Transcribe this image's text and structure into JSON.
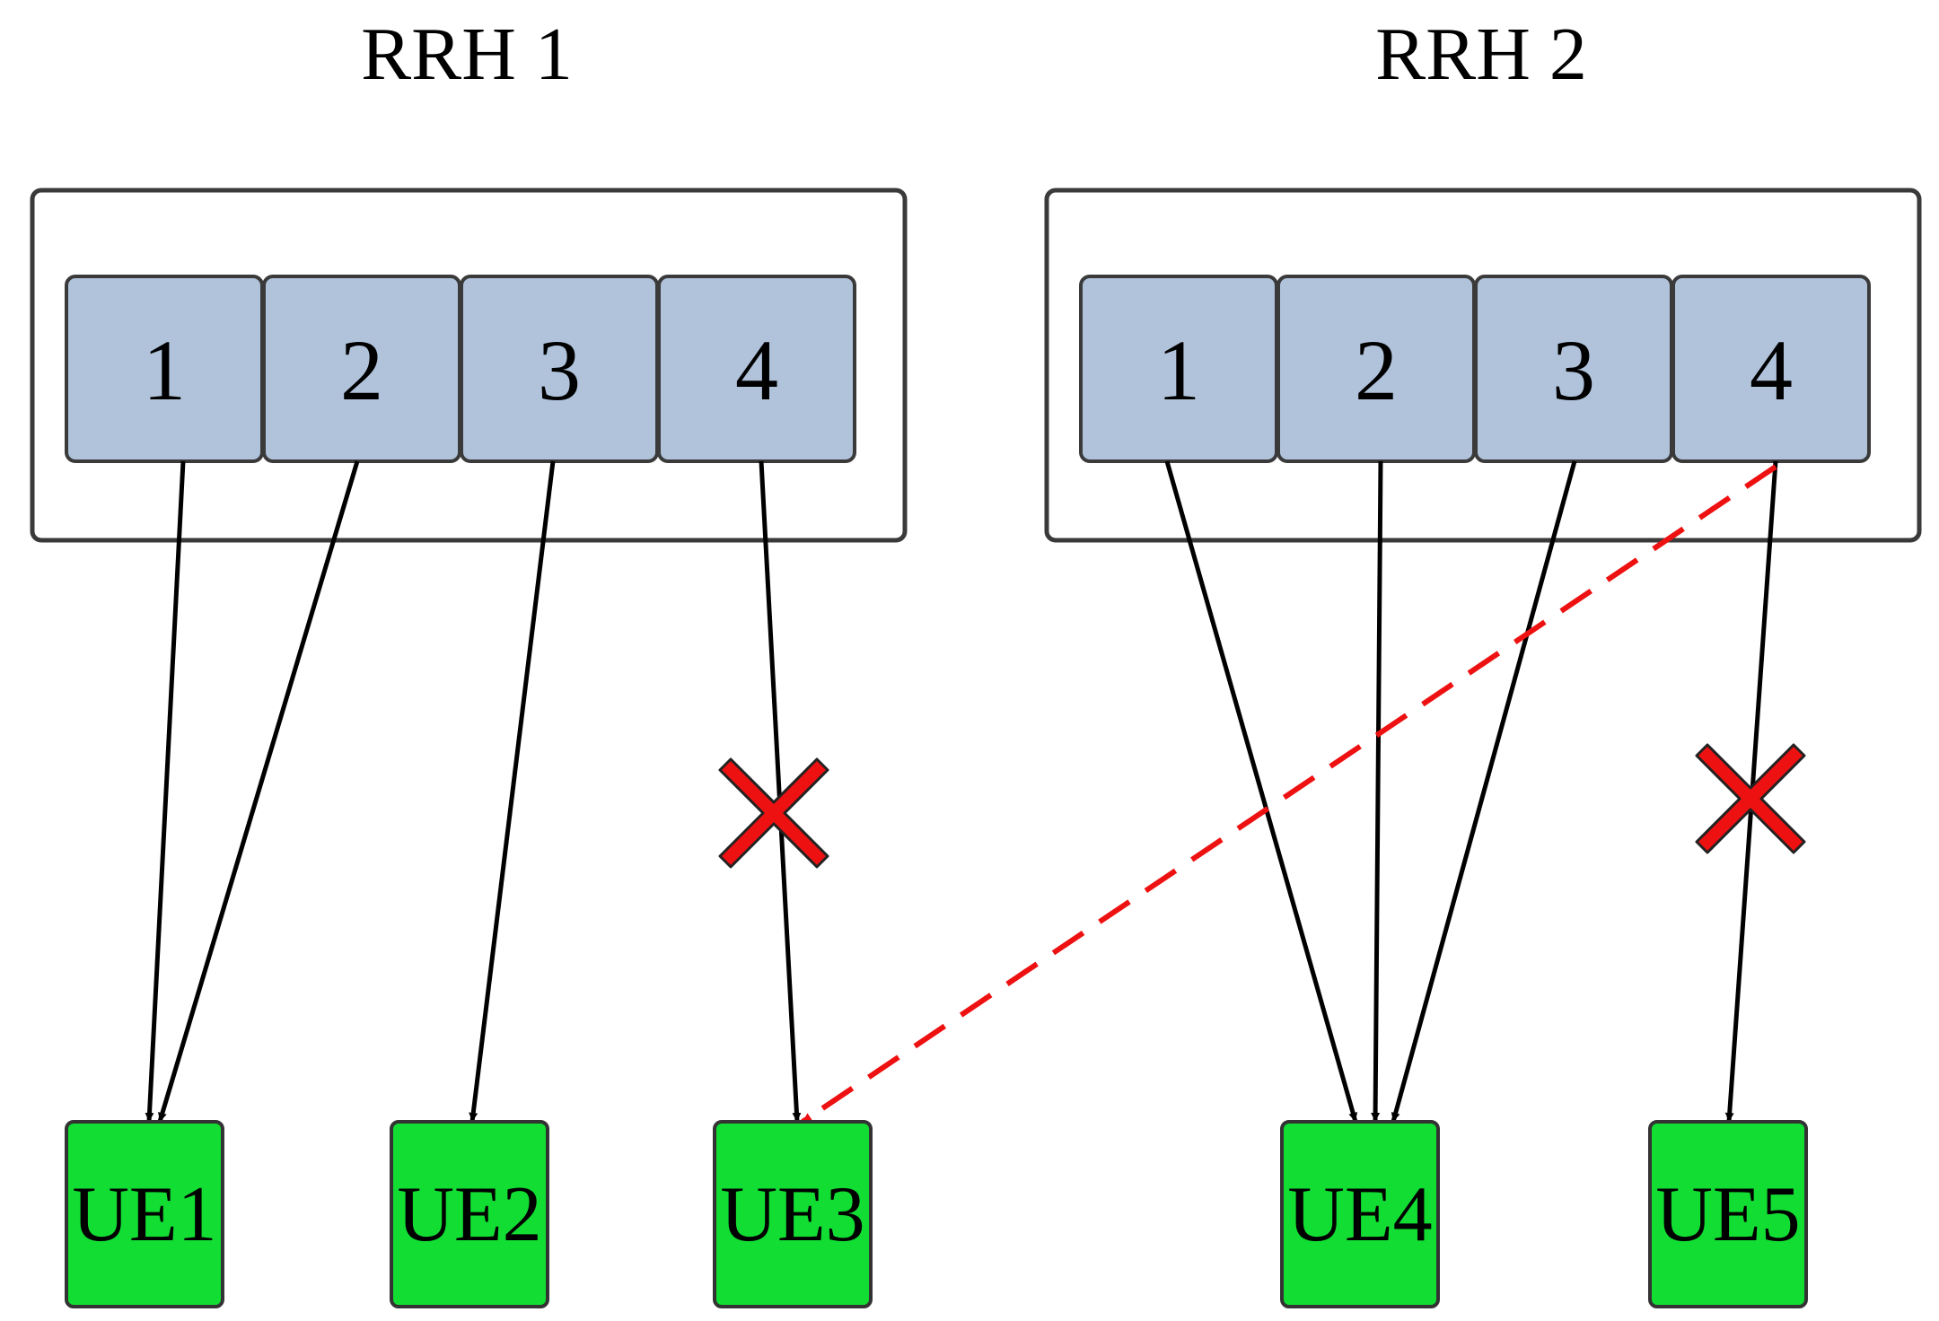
{
  "colors": {
    "antenna_fill": "#b0c3db",
    "ue_fill": "#11dd33",
    "link": "#000000",
    "interference": "#ee1111",
    "blocked": "#ee1111"
  },
  "rrh": [
    {
      "title": "RRH 1",
      "antennas": [
        "1",
        "2",
        "3",
        "4"
      ]
    },
    {
      "title": "RRH 2",
      "antennas": [
        "1",
        "2",
        "3",
        "4"
      ]
    }
  ],
  "ues": [
    "UE1",
    "UE2",
    "UE3",
    "UE4",
    "UE5"
  ],
  "links": [
    {
      "from": "RRH 1 / 1",
      "to": "UE1",
      "style": "solid"
    },
    {
      "from": "RRH 1 / 2",
      "to": "UE1",
      "style": "solid"
    },
    {
      "from": "RRH 1 / 3",
      "to": "UE2",
      "style": "solid"
    },
    {
      "from": "RRH 1 / 4",
      "to": "UE3",
      "style": "solid",
      "blocked": true
    },
    {
      "from": "RRH 2 / 1",
      "to": "UE4",
      "style": "solid"
    },
    {
      "from": "RRH 2 / 2",
      "to": "UE4",
      "style": "solid"
    },
    {
      "from": "RRH 2 / 3",
      "to": "UE4",
      "style": "solid"
    },
    {
      "from": "RRH 2 / 4",
      "to": "UE5",
      "style": "solid",
      "blocked": true
    },
    {
      "from": "RRH 2 / 4",
      "to": "UE3",
      "style": "dashed"
    }
  ]
}
